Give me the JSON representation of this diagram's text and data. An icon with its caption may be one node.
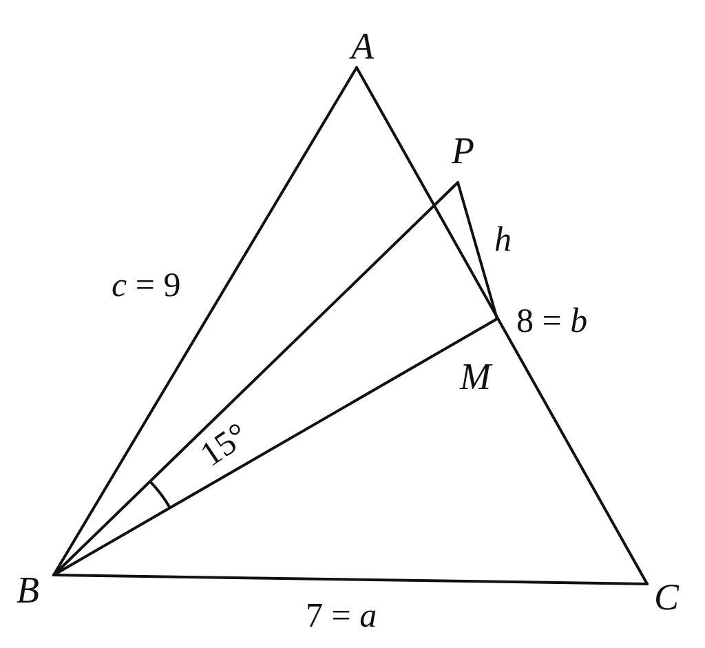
{
  "diagram": {
    "nodes": [
      {
        "text": [
          "A"
        ]
      },
      {
        "text": [
          "P"
        ]
      },
      {
        "text": [
          "M"
        ]
      },
      {
        "text": [
          "B"
        ]
      },
      {
        "text": [
          "C"
        ]
      }
    ],
    "edges": [
      {
        "from": 0,
        "to": 3,
        "arrow": "none",
        "label": "*c* = 9"
      },
      {
        "from": 3,
        "to": 4,
        "arrow": "none",
        "label": "7 = *a*"
      },
      {
        "from": 0,
        "to": 4,
        "arrow": "none",
        "label": "8 = *b*"
      },
      {
        "from": 3,
        "to": 1,
        "arrow": "none"
      },
      {
        "from": 3,
        "to": 2,
        "arrow": "none"
      },
      {
        "from": 1,
        "to": 2,
        "arrow": "none",
        "label": "*h*"
      }
    ],
    "labels": [
      "15°"
    ]
  }
}
